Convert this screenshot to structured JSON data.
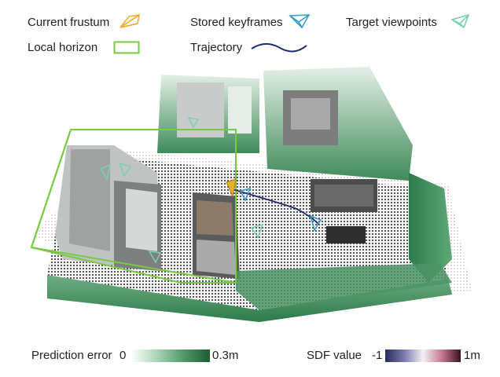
{
  "legend": {
    "current_frustum": "Current frustum",
    "stored_keyframes": "Stored keyframes",
    "target_viewpoints": "Target viewpoints",
    "local_horizon": "Local horizon",
    "trajectory": "Trajectory"
  },
  "colors": {
    "current_frustum": "#e8b030",
    "stored_keyframes": "#3a9ec8",
    "target_viewpoints": "#7ccfb0",
    "local_horizon": "#7ac943",
    "trajectory": "#1f2d6e",
    "error_low": "#ffffff",
    "error_high": "#1f5a35",
    "sdf_low": "#2a2a5a",
    "sdf_mid": "#f4f0f4",
    "sdf_high": "#3a1020"
  },
  "colorbars": {
    "prediction_error": {
      "label": "Prediction error",
      "min": "0",
      "max": "0.3m"
    },
    "sdf": {
      "label": "SDF value",
      "min": "-1",
      "max": "1m"
    }
  },
  "icons": {
    "current_frustum": "camera-frustum-icon",
    "stored_keyframes": "camera-frustum-icon",
    "target_viewpoints": "camera-frustum-icon",
    "local_horizon": "rectangle-outline-icon",
    "trajectory": "curve-icon"
  }
}
